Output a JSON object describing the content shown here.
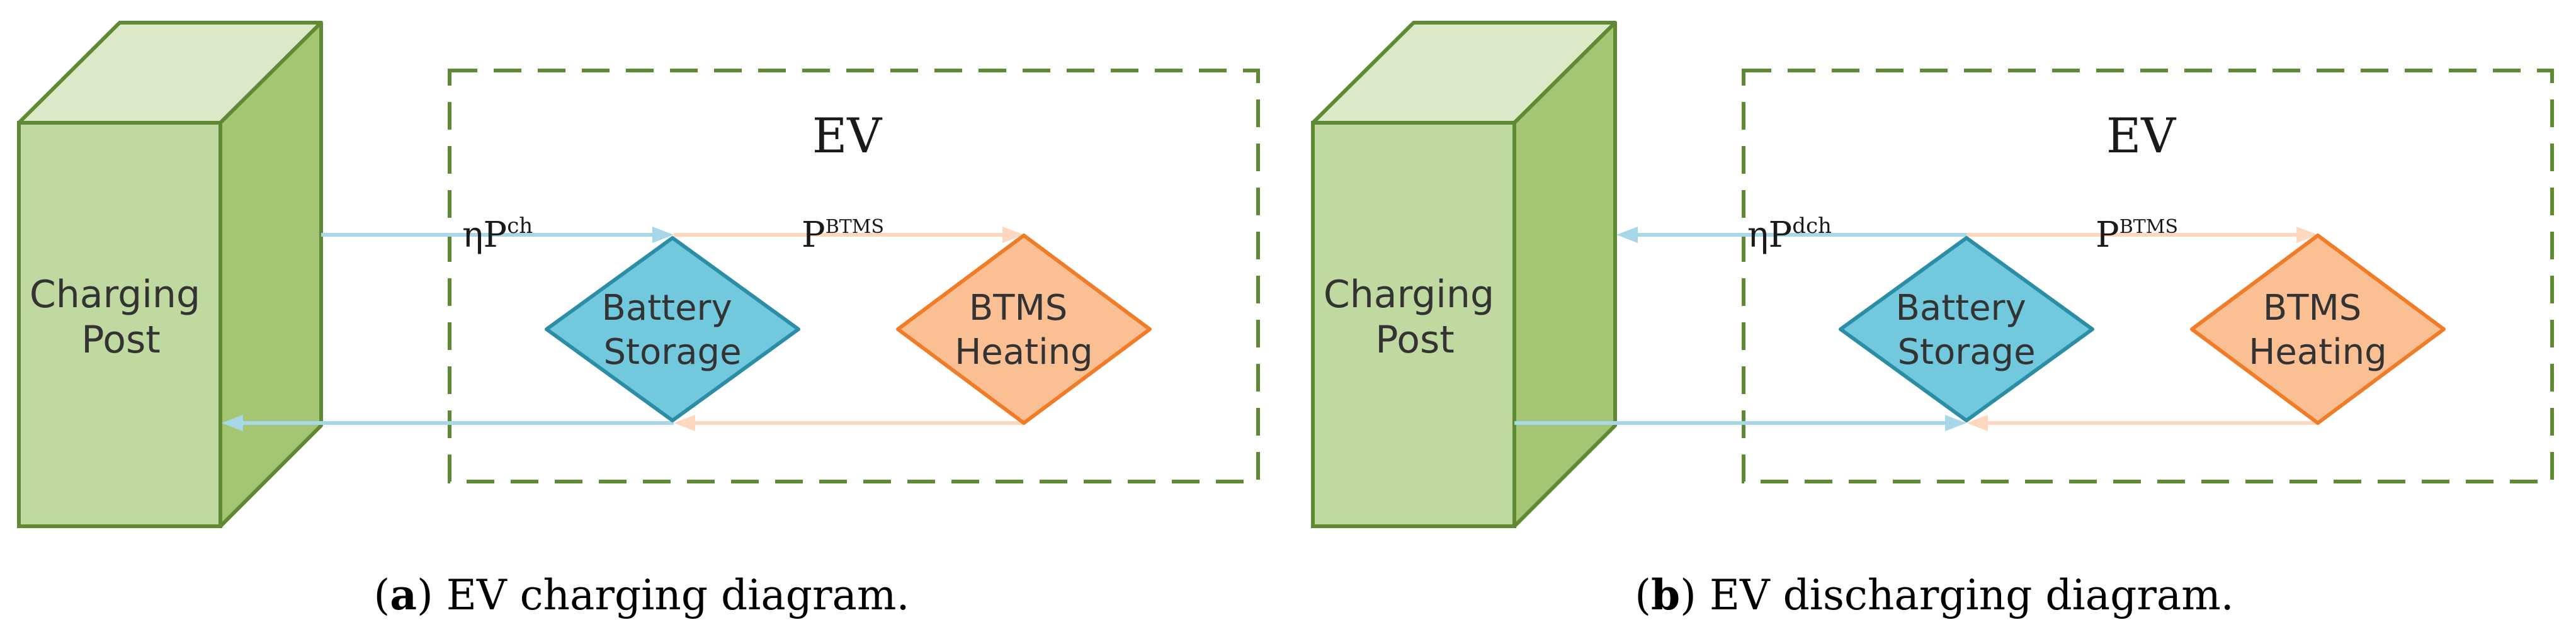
{
  "colors": {
    "post_front": "#c0d9a0",
    "post_top": "#dce9c8",
    "post_side": "#a3c574",
    "post_stroke": "#5d8a33",
    "ev_border": "#5d8a33",
    "battery_fill": "#72c9dd",
    "battery_stroke": "#2b8ea6",
    "btms_fill": "#fbbf94",
    "btms_stroke": "#f07c27",
    "flow_blue": "#a8d8e8",
    "flow_orange": "#fdd8bf"
  },
  "panels": [
    {
      "post_label_line1": "Charging",
      "post_label_line2": "Post",
      "ev_label": "EV",
      "battery_line1": "Battery",
      "battery_line2": "Storage",
      "btms_line1": "BTMS",
      "btms_line2": "Heating",
      "flow_in_prefix": "ηP",
      "flow_in_superscript": "ch",
      "btms_flow_base": "P",
      "btms_flow_superscript": "BTMS",
      "caption_open": "(",
      "caption_letter": "a",
      "caption_rest": ") EV charging diagram."
    },
    {
      "post_label_line1": "Charging",
      "post_label_line2": "Post",
      "ev_label": "EV",
      "battery_line1": "Battery",
      "battery_line2": "Storage",
      "btms_line1": "BTMS",
      "btms_line2": "Heating",
      "flow_in_prefix": "ηP",
      "flow_in_superscript": "dch",
      "btms_flow_base": "P",
      "btms_flow_superscript": "BTMS",
      "caption_open": "(",
      "caption_letter": "b",
      "caption_rest": ") EV discharging diagram."
    }
  ]
}
